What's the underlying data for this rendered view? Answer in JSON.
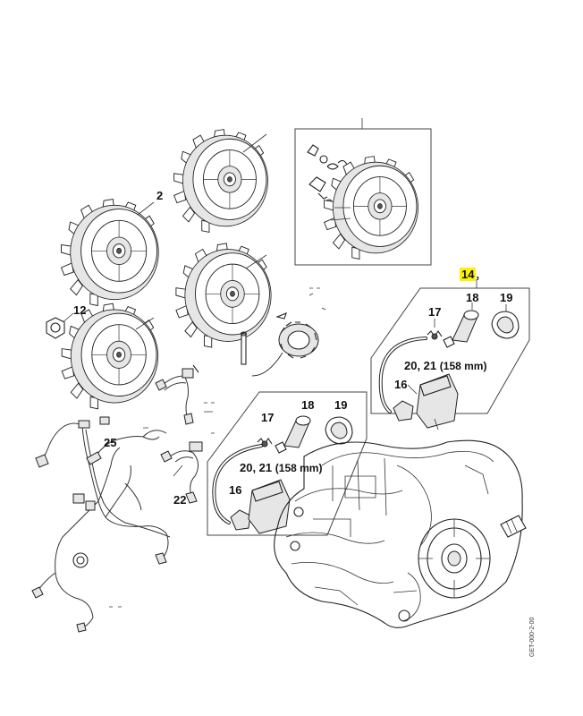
{
  "parts": {
    "flywheel_a": "2",
    "nut": "12",
    "highlighted_item": "14",
    "spark_plug_boot": "18",
    "boot_cap": "19",
    "spring": "17",
    "ignition_coil": "16",
    "lead_with_length": "20, 21",
    "lead_length": "(158 mm)",
    "wiring_harness": "25",
    "short_ground_wire": "22"
  },
  "drawing_code": "GET-000-2-00",
  "colors": {
    "highlight": "#fff200",
    "line": "#222222"
  }
}
